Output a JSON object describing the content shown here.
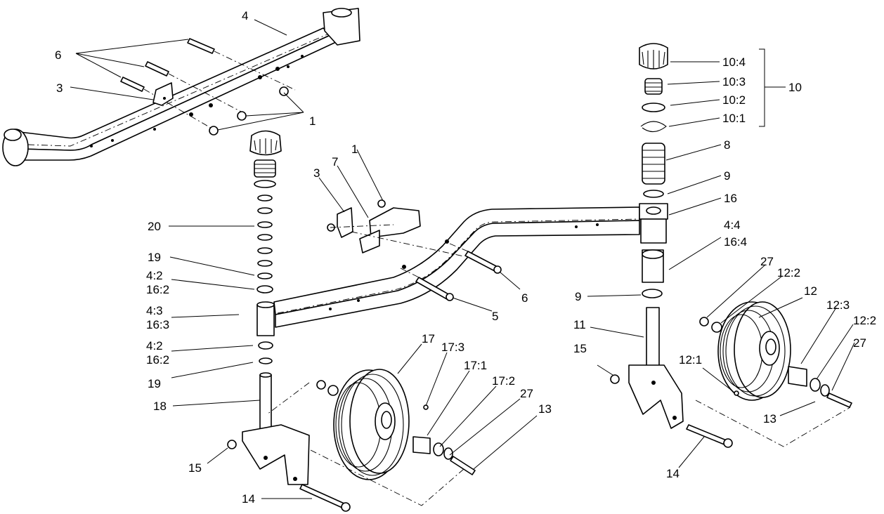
{
  "diagram": {
    "callouts": [
      {
        "id": "c4",
        "text": "4"
      },
      {
        "id": "c6",
        "text": "6"
      },
      {
        "id": "c3a",
        "text": "3"
      },
      {
        "id": "c1a",
        "text": "1"
      },
      {
        "id": "c104",
        "text": "10:4"
      },
      {
        "id": "c103",
        "text": "10:3"
      },
      {
        "id": "c102",
        "text": "10:2"
      },
      {
        "id": "c101",
        "text": "10:1"
      },
      {
        "id": "c10",
        "text": "10"
      },
      {
        "id": "c8",
        "text": "8"
      },
      {
        "id": "c9a",
        "text": "9"
      },
      {
        "id": "c16",
        "text": "16"
      },
      {
        "id": "c44",
        "text": "4:4"
      },
      {
        "id": "c164",
        "text": "16:4"
      },
      {
        "id": "c1b",
        "text": "1"
      },
      {
        "id": "c3b",
        "text": "3"
      },
      {
        "id": "c7",
        "text": "7"
      },
      {
        "id": "c20",
        "text": "20"
      },
      {
        "id": "c19a",
        "text": "19"
      },
      {
        "id": "c42a",
        "text": "4:2"
      },
      {
        "id": "c162a",
        "text": "16:2"
      },
      {
        "id": "c43",
        "text": "4:3"
      },
      {
        "id": "c163",
        "text": "16:3"
      },
      {
        "id": "c42b",
        "text": "4:2"
      },
      {
        "id": "c162b",
        "text": "16:2"
      },
      {
        "id": "c19b",
        "text": "19"
      },
      {
        "id": "c18",
        "text": "18"
      },
      {
        "id": "c15a",
        "text": "15"
      },
      {
        "id": "c14a",
        "text": "14"
      },
      {
        "id": "c6b",
        "text": "6"
      },
      {
        "id": "c5",
        "text": "5"
      },
      {
        "id": "c17",
        "text": "17"
      },
      {
        "id": "c173",
        "text": "17:3"
      },
      {
        "id": "c171",
        "text": "17:1"
      },
      {
        "id": "c172",
        "text": "17:2"
      },
      {
        "id": "c27a",
        "text": "27"
      },
      {
        "id": "c13a",
        "text": "13"
      },
      {
        "id": "c9b",
        "text": "9"
      },
      {
        "id": "c11",
        "text": "11"
      },
      {
        "id": "c15b",
        "text": "15"
      },
      {
        "id": "c27b",
        "text": "27"
      },
      {
        "id": "c122a",
        "text": "12:2"
      },
      {
        "id": "c12",
        "text": "12"
      },
      {
        "id": "c123",
        "text": "12:3"
      },
      {
        "id": "c122b",
        "text": "12:2"
      },
      {
        "id": "c27c",
        "text": "27"
      },
      {
        "id": "c121",
        "text": "12:1"
      },
      {
        "id": "c13b",
        "text": "13"
      },
      {
        "id": "c14b",
        "text": "14"
      }
    ]
  }
}
